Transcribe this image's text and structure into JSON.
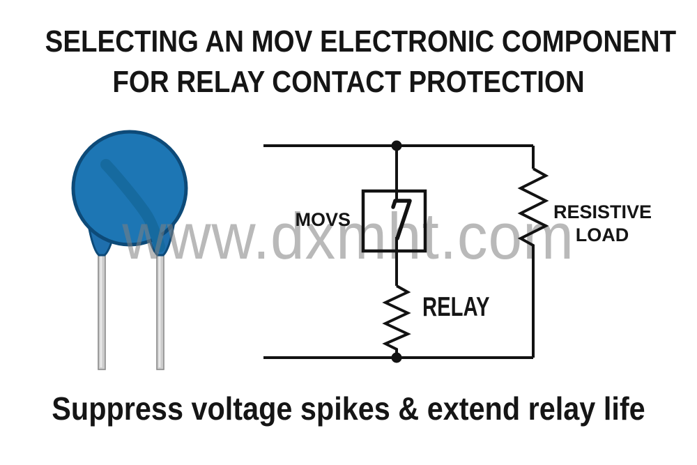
{
  "title": {
    "line1": "SELECTING AN MOV ELECTRONIC COMPONENT",
    "line2": "FOR RELAY CONTACT PROTECTION"
  },
  "circuit": {
    "labels": {
      "movs": "MOVS",
      "load_line1": "RESISTIVE",
      "load_line2": "LOAD",
      "relay": "RELAY"
    }
  },
  "watermark": {
    "text": "www.dxmht.com"
  },
  "caption": {
    "text": "Suppress voltage spikes & extend relay life"
  },
  "colors": {
    "background": "#ffffff",
    "text": "#151515",
    "schematic_line": "#121212",
    "watermark_gray": "#808080",
    "disc_fill": "#1d76b4",
    "disc_outline": "#0d4a78",
    "disc_stripe": "#166a9f",
    "lead_fill": "#cccccc",
    "lead_edge": "#8a8a8a"
  }
}
